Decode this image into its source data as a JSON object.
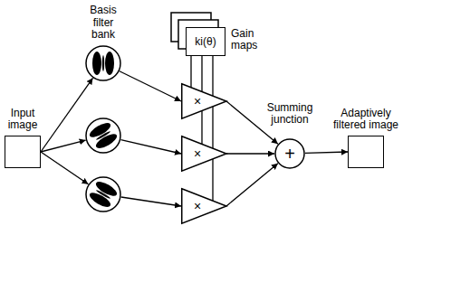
{
  "diagram": {
    "nodes": [
      {
        "text": [
          "Input image"
        ]
      },
      {
        "text": [
          "Basis filter bank"
        ]
      },
      {
        "text": []
      },
      {
        "text": []
      },
      {
        "text": [
          "ki(θ)",
          "Gain maps"
        ]
      },
      {
        "text": [
          "×"
        ]
      },
      {
        "text": [
          "×"
        ]
      },
      {
        "text": [
          "×"
        ]
      },
      {
        "text": [
          "+",
          "Summing junction"
        ]
      },
      {
        "text": [
          "Adaptively filtered image"
        ]
      }
    ],
    "edges": [
      {
        "from": 0,
        "to": 1,
        "arrow": "to"
      },
      {
        "from": 0,
        "to": 2,
        "arrow": "to"
      },
      {
        "from": 0,
        "to": 3,
        "arrow": "to"
      },
      {
        "from": 1,
        "to": 5,
        "arrow": "to"
      },
      {
        "from": 2,
        "to": 6,
        "arrow": "to"
      },
      {
        "from": 3,
        "to": 7,
        "arrow": "to"
      },
      {
        "from": 4,
        "to": 5,
        "arrow": "none"
      },
      {
        "from": 4,
        "to": 6,
        "arrow": "none"
      },
      {
        "from": 4,
        "to": 7,
        "arrow": "none"
      },
      {
        "from": 5,
        "to": 8,
        "arrow": "to"
      },
      {
        "from": 6,
        "to": 8,
        "arrow": "to"
      },
      {
        "from": 7,
        "to": 8,
        "arrow": "to"
      },
      {
        "from": 8,
        "to": 9,
        "arrow": "to"
      }
    ]
  }
}
